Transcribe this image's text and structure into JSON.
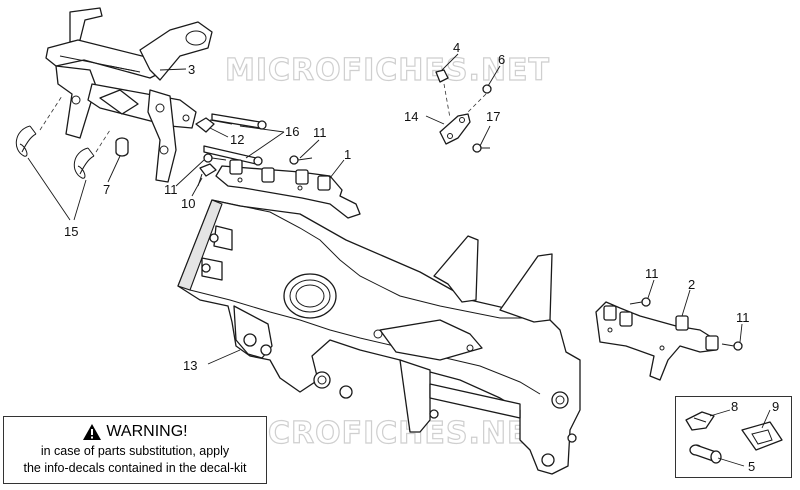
{
  "watermark": {
    "top": "MICROFICHES.NET",
    "bottom": "MICROFICHES.NET"
  },
  "warning": {
    "title": "WARNING!",
    "line1": "in case of parts substitution, apply",
    "line2": "the info-decals contained in the decal-kit"
  },
  "callouts": {
    "c1": "1",
    "c2": "2",
    "c3": "3",
    "c4": "4",
    "c5": "5",
    "c6": "6",
    "c7": "7",
    "c8": "8",
    "c9": "9",
    "c10": "10",
    "c11a": "11",
    "c11b": "11",
    "c11c": "11",
    "c11d": "11",
    "c12": "12",
    "c13": "13",
    "c14": "14",
    "c15": "15",
    "c16": "16",
    "c17": "17"
  },
  "icons": {
    "warning": "warning-triangle-icon"
  }
}
